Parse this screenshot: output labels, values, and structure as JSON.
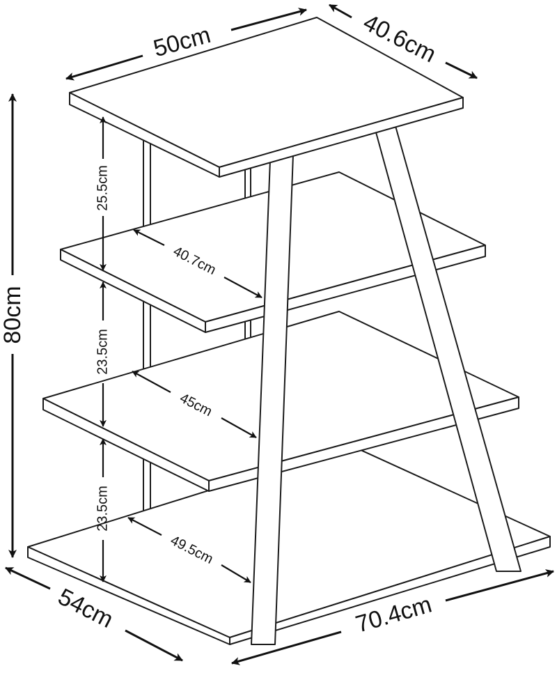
{
  "dimensions": {
    "top_width": "50cm",
    "top_depth": "40.6cm",
    "total_height": "80cm",
    "base_depth": "54cm",
    "base_width": "70.4cm",
    "gap_upper": "25.5cm",
    "gap_middle": "23.5cm",
    "gap_lower": "23.5cm",
    "shelf2_depth": "40.7cm",
    "shelf3_depth": "45cm",
    "shelf4_depth": "49.5cm"
  }
}
